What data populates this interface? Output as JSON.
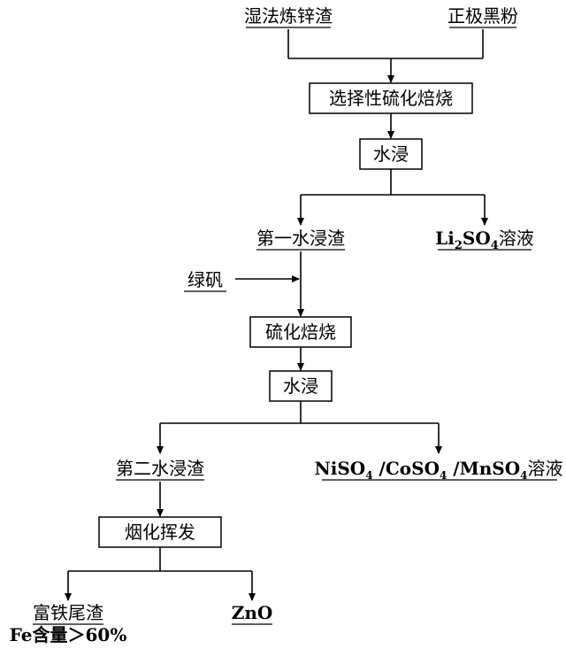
{
  "inputs": {
    "zinc_residue": "湿法炼锌渣",
    "cathode_powder": "正极黑粉"
  },
  "steps": {
    "selective_sulfation_roasting": "选择性硫化焙烧",
    "water_leach_1": "水浸",
    "sulfation_roasting": "硫化焙烧",
    "water_leach_2": "水浸",
    "fuming": "烟化挥发"
  },
  "materials": {
    "first_leach_residue": "第一水浸渣",
    "li2so4_solution": {
      "p1": "Li",
      "s1": "2",
      "p2": "SO",
      "s2": "4",
      "p3": "溶液"
    },
    "green_vitriol": "绿矾",
    "second_leach_residue": "第二水浸渣",
    "ni_co_mn_solution": {
      "p1": "NiSO",
      "s1": "4",
      "p2": " /CoSO",
      "s2": "4",
      "p3": " /MnSO",
      "s3": "4",
      "p4": "溶液"
    },
    "iron_rich_tailings": "富铁尾渣",
    "fe_content": "Fe含量＞60%",
    "zno": "ZnO"
  }
}
